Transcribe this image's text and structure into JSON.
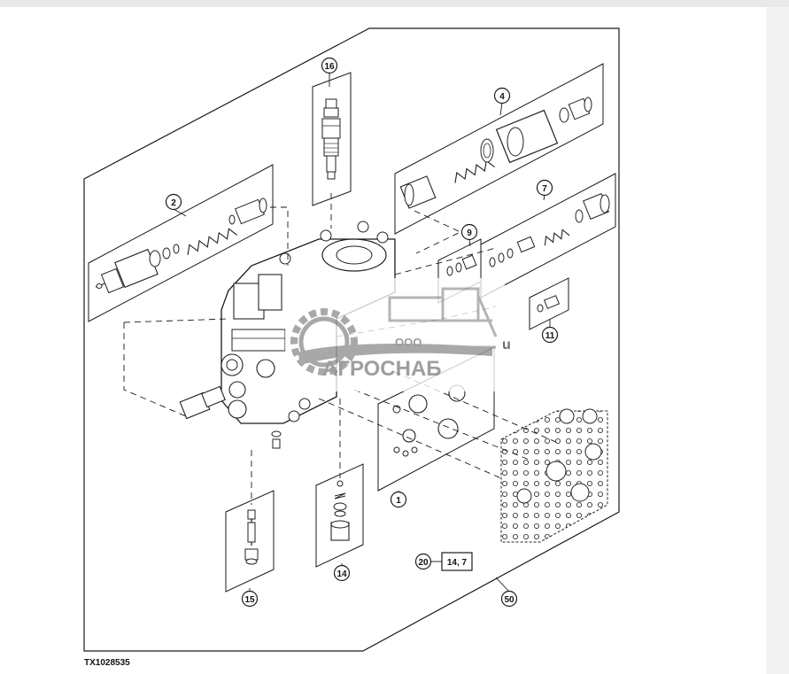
{
  "figure_id": "TX1028535",
  "callouts": [
    "1",
    "2",
    "4",
    "7",
    "9",
    "11",
    "14",
    "15",
    "16",
    "20",
    "50"
  ],
  "reference_box": "14, 7",
  "watermark": {
    "company_prefix": "ООО",
    "company_name": "АГРОСНАБ",
    "suffix": "u",
    "color": "#9a9a9a"
  },
  "colors": {
    "line": "#1a1a1a",
    "background": "#ffffff"
  }
}
